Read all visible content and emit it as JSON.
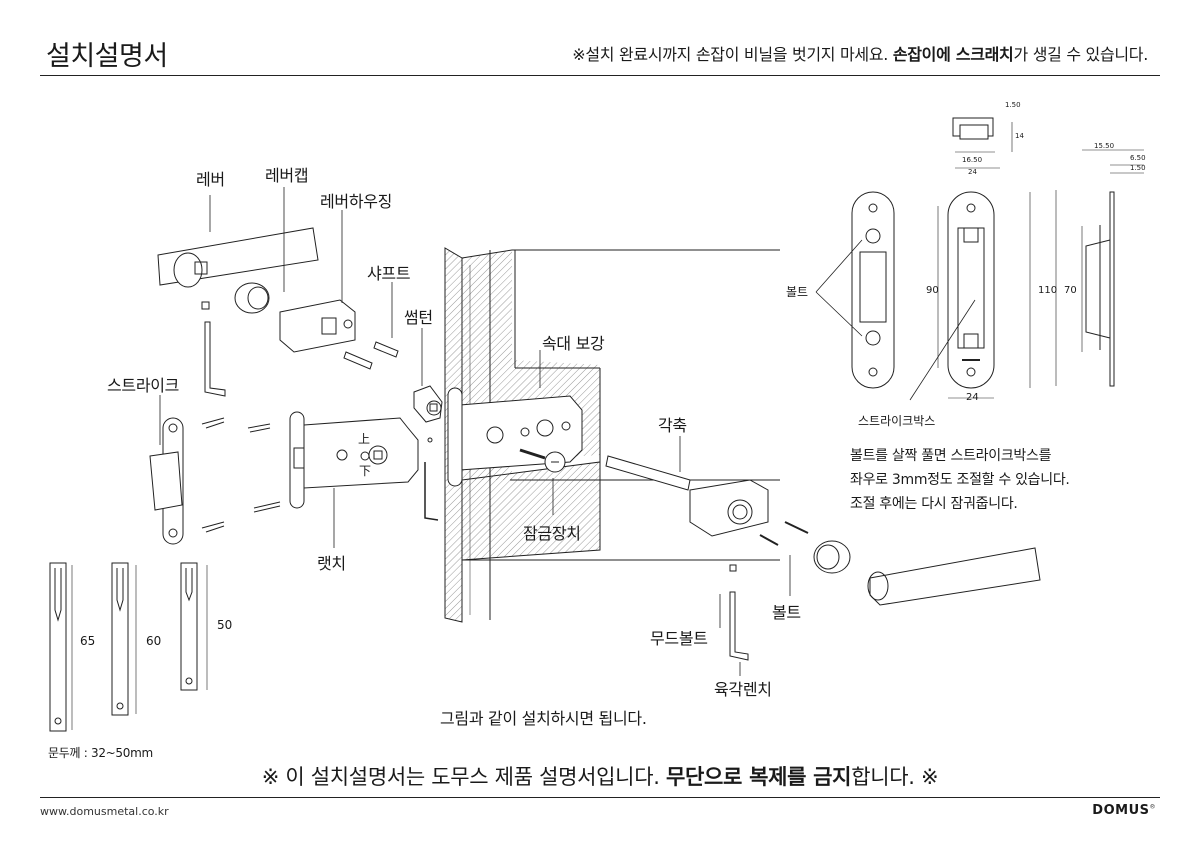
{
  "header": {
    "title": "설치설명서",
    "notice_prefix": "※설치 완료시까지 손잡이 비닐을 벗기지 마세요. ",
    "notice_bold1": "손잡이에 스크래치",
    "notice_mid": "가 생길 수 있습니다."
  },
  "labels": {
    "lever": "레버",
    "lever_cap": "레버캡",
    "lever_housing": "레버하우징",
    "shaft": "샤프트",
    "thumbturn": "썸턴",
    "strike": "스트라이크",
    "latch": "랫치",
    "reinforcement": "속대 보강",
    "locking_device": "잠금장치",
    "spindle": "각축",
    "bolt": "볼트",
    "mood_bolt": "무드볼트",
    "hex_wrench": "육각렌치",
    "up_mark": "上",
    "down_mark": "下"
  },
  "spec": {
    "bolt_label": "볼트",
    "strike_box": "스트라이크박스",
    "dims": {
      "d150_top": "1.50",
      "d14": "14",
      "d1650": "16.50",
      "d24_top": "24",
      "d1550": "15.50",
      "d650": "6.50",
      "d150_side": "1.50",
      "d90": "90",
      "d24_bottom": "24",
      "d110": "110",
      "d70": "70"
    },
    "note_lines": [
      "볼트를 살짝 풀면 스트라이크박스를",
      "좌우로 3mm정도 조절할 수 있습니다.",
      "조절 후에는 다시 잠궈줍니다."
    ]
  },
  "spindles": {
    "lengths": [
      "65",
      "60",
      "50"
    ],
    "thickness": "문두께 : 32~50mm"
  },
  "caption": "그림과 같이 설치하시면 됩니다.",
  "footer": {
    "warn_prefix": "※ 이 설치설명서는 도무스 제품 설명서입니다. ",
    "warn_bold": "무단으로 복제를 금지",
    "warn_suffix": "합니다. ※",
    "url": "www.domusmetal.co.kr",
    "brand": "DOMUS",
    "brand_mark": "®"
  }
}
